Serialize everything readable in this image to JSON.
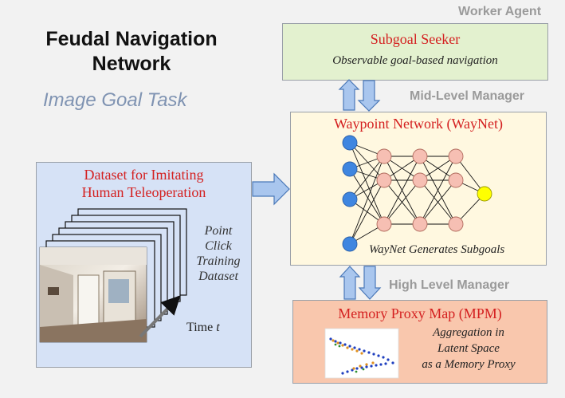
{
  "title": "Feudal Navigation Network",
  "subtitle": "Image Goal Task",
  "worker": {
    "role": "Worker Agent",
    "name": "Subgoal Seeker",
    "desc": "Observable goal-based navigation"
  },
  "mid": {
    "role": "Mid-Level Manager",
    "name": "Waypoint Network (WayNet)",
    "caption": "WayNet Generates Subgoals"
  },
  "high": {
    "role": "High Level Manager",
    "name": "Memory Proxy Map (MPM)",
    "desc_lines": [
      "Aggregation in",
      "Latent Space",
      "as a Memory Proxy"
    ]
  },
  "dataset": {
    "title_lines": [
      "Dataset for Imitating",
      "Human Teleoperation"
    ],
    "side_lines": [
      "Point",
      "Click",
      "Training",
      "Dataset"
    ],
    "time_prefix": "Time ",
    "time_var": "t"
  },
  "colors": {
    "worker_fill": "#e3f1cf",
    "mid_fill": "#fff8e0",
    "high_fill": "#f9c7ad",
    "dataset_fill": "#d6e2f6",
    "label_red": "#d42020",
    "arrow_fill": "#a9c6ee",
    "input_node": "#3f86e0",
    "hidden_node": "#f6bfb3",
    "output_node": "#ffff00"
  }
}
